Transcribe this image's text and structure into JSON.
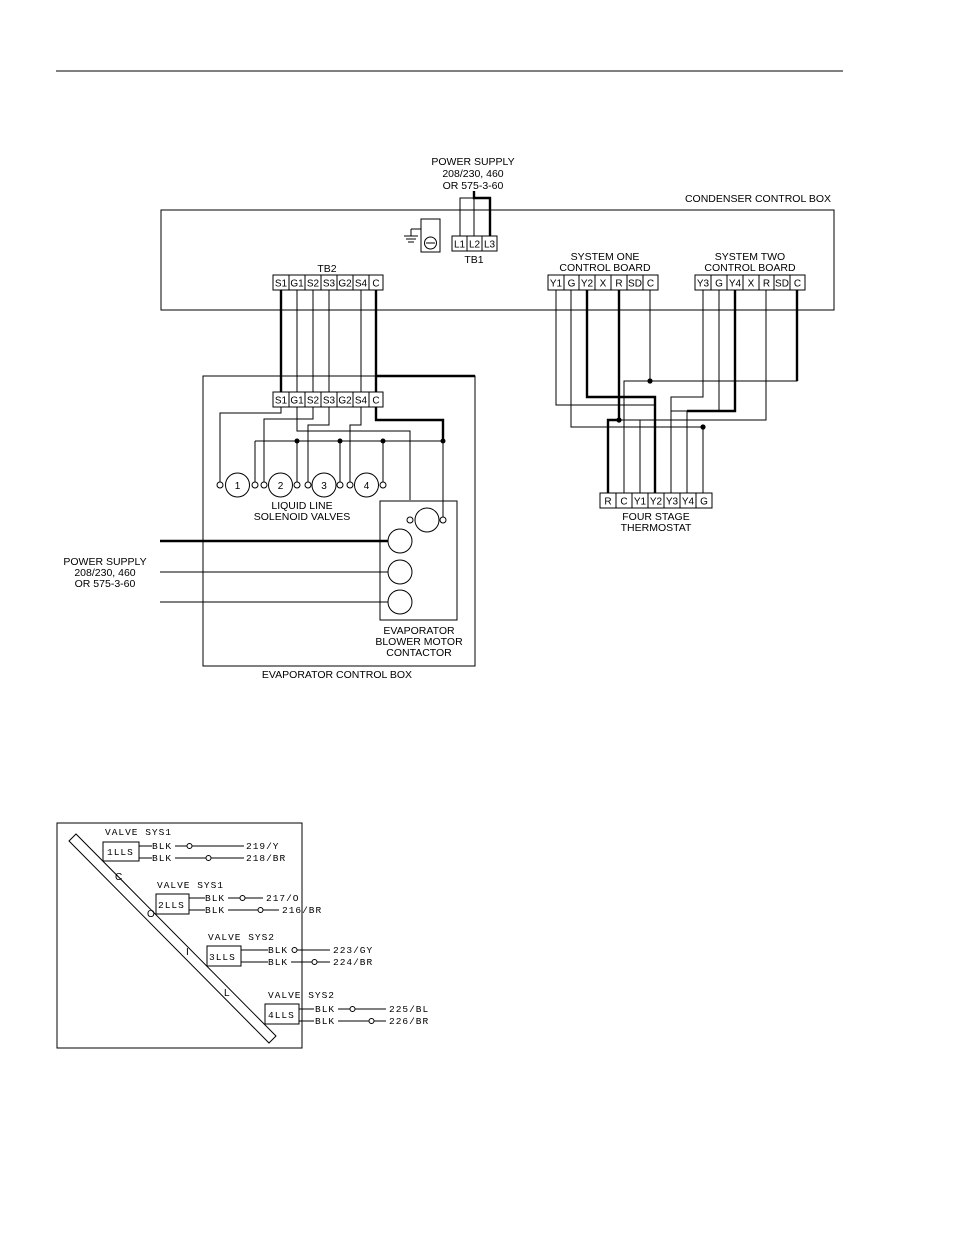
{
  "top_supply": {
    "line1": "POWER SUPPLY",
    "line2": "208/230, 460",
    "line3": "OR 575-3-60"
  },
  "condenser_box_label": "CONDENSER CONTROL BOX",
  "tb1": {
    "label": "TB1",
    "terminals": [
      "L1",
      "L2",
      "L3"
    ]
  },
  "tb2": {
    "label": "TB2",
    "terminals": [
      "S1",
      "G1",
      "S2",
      "S3",
      "G2",
      "S4",
      "C"
    ]
  },
  "system_one": {
    "line1": "SYSTEM ONE",
    "line2": "CONTROL BOARD",
    "terminals": [
      "Y1",
      "G",
      "Y2",
      "X",
      "R",
      "SD",
      "C"
    ]
  },
  "system_two": {
    "line1": "SYSTEM TWO",
    "line2": "CONTROL BOARD",
    "terminals": [
      "Y3",
      "G",
      "Y4",
      "X",
      "R",
      "SD",
      "C"
    ]
  },
  "evap_terminals": [
    "S1",
    "G1",
    "S2",
    "S3",
    "G2",
    "S4",
    "C"
  ],
  "valves": {
    "numbers": [
      "1",
      "2",
      "3",
      "4"
    ],
    "line1": "LIQUID LINE",
    "line2": "SOLENOID VALVES"
  },
  "contactor": {
    "line1": "EVAPORATOR",
    "line2": "BLOWER MOTOR",
    "line3": "CONTACTOR"
  },
  "left_supply": {
    "line1": "POWER SUPPLY",
    "line2": "208/230, 460",
    "line3": "OR 575-3-60"
  },
  "evap_box_label": "EVAPORATOR CONTROL BOX",
  "thermostat": {
    "terminals": [
      "R",
      "C",
      "Y1",
      "Y2",
      "Y3",
      "Y4",
      "G"
    ],
    "line1": "FOUR STAGE",
    "line2": "THERMOSTAT"
  },
  "coil_letters": [
    "C",
    "O",
    "I",
    "L"
  ],
  "coil_groups": [
    {
      "title": "VALVE SYS1",
      "tag": "1LLS",
      "wire_a": "BLK",
      "id_a": "219/Y",
      "wire_b": "BLK",
      "id_b": "218/BR"
    },
    {
      "title": "VALVE SYS1",
      "tag": "2LLS",
      "wire_a": "BLK",
      "id_a": "217/O",
      "wire_b": "BLK",
      "id_b": "216/BR"
    },
    {
      "title": "VALVE SYS2",
      "tag": "3LLS",
      "wire_a": "BLK",
      "id_a": "223/GY",
      "wire_b": "BLK",
      "id_b": "224/BR"
    },
    {
      "title": "VALVE SYS2",
      "tag": "4LLS",
      "wire_a": "BLK",
      "id_a": "225/BL",
      "wire_b": "BLK",
      "id_b": "226/BR"
    }
  ]
}
